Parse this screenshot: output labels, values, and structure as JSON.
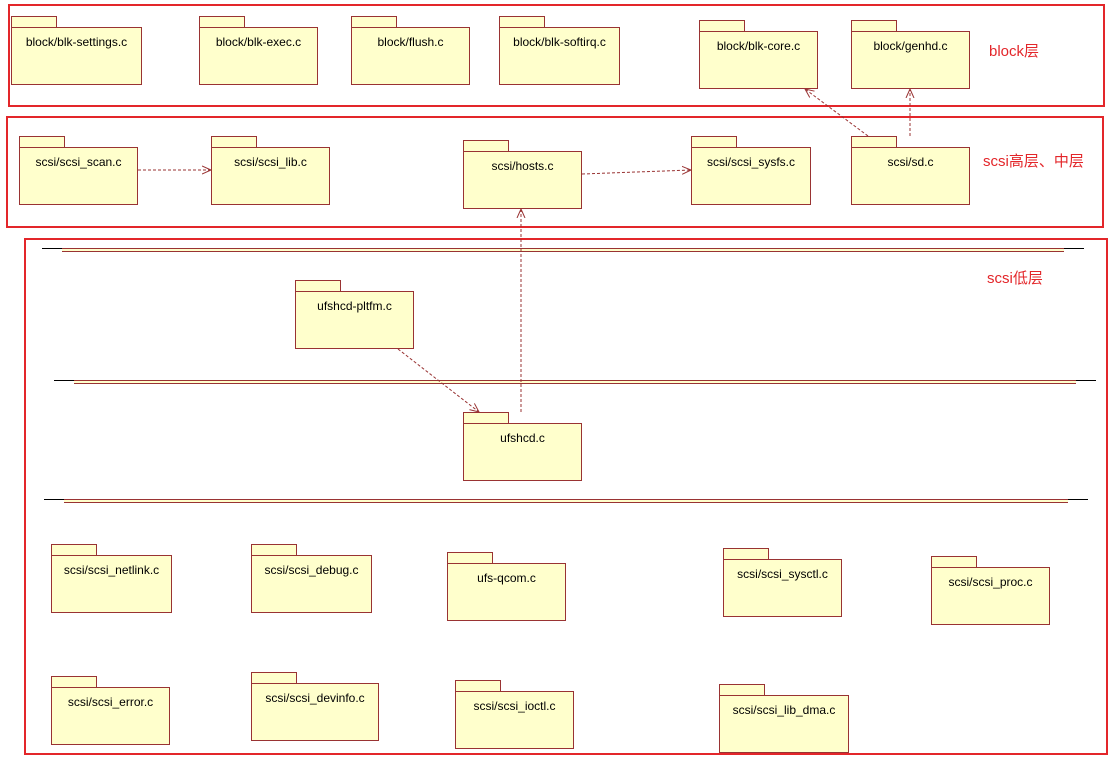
{
  "layers": {
    "block": "block层",
    "scsi_high": "scsi高层、中层",
    "scsi_low": "scsi低层"
  },
  "packages": {
    "blk_settings": "block/blk-settings.c",
    "blk_exec": "block/blk-exec.c",
    "flush": "block/flush.c",
    "blk_softirq": "block/blk-softirq.c",
    "blk_core": "block/blk-core.c",
    "genhd": "block/genhd.c",
    "scsi_scan": "scsi/scsi_scan.c",
    "scsi_lib": "scsi/scsi_lib.c",
    "hosts": "scsi/hosts.c",
    "scsi_sysfs": "scsi/scsi_sysfs.c",
    "sd": "scsi/sd.c",
    "ufshcd_pltfm": "ufshcd-pltfm.c",
    "ufshcd": "ufshcd.c",
    "scsi_netlink": "scsi/scsi_netlink.c",
    "scsi_debug": "scsi/scsi_debug.c",
    "ufs_qcom": "ufs-qcom.c",
    "scsi_sysctl": "scsi/scsi_sysctl.c",
    "scsi_proc": "scsi/scsi_proc.c",
    "scsi_error": "scsi/scsi_error.c",
    "scsi_devinfo": "scsi/scsi_devinfo.c",
    "scsi_ioctl": "scsi/scsi_ioctl.c",
    "scsi_lib_dma": "scsi/scsi_lib_dma.c"
  },
  "colors": {
    "layer_border": "#e3262a",
    "package_fill": "#ffffcc",
    "package_border": "#993333"
  }
}
